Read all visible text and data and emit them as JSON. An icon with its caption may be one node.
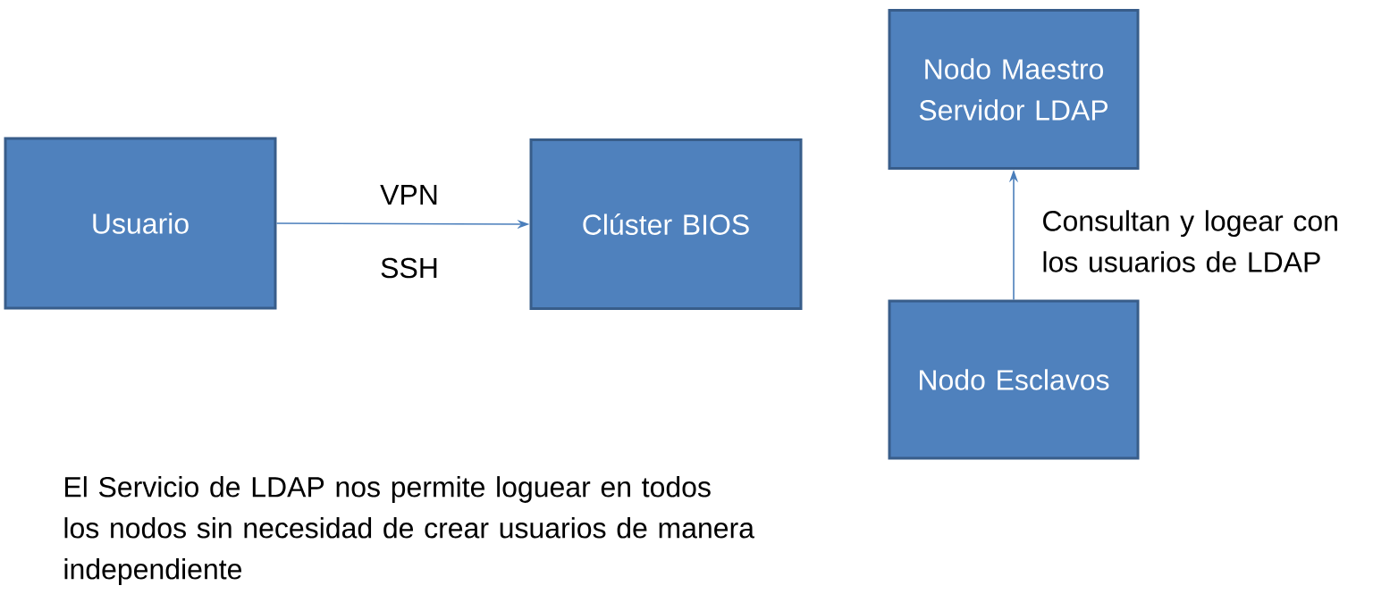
{
  "diagram": {
    "nodes": [
      {
        "text": [
          "Usuario"
        ]
      },
      {
        "text": [
          "Clúster BIOS"
        ]
      },
      {
        "text": [
          "Nodo Maestro Servidor LDAP"
        ]
      },
      {
        "text": [
          "Nodo Esclavos"
        ]
      }
    ],
    "edges": [
      {
        "from": 0,
        "to": 1,
        "arrow": "to",
        "label": "VPN"
      },
      {
        "from": 3,
        "to": 2,
        "arrow": "to",
        "label": "Consultan y logear con los usuarios de LDAP"
      }
    ],
    "labels": [
      "SSH",
      "El Servicio de LDAP nos permite loguear en todos los nodos sin necesidad de crear usuarios de manera independiente"
    ]
  }
}
